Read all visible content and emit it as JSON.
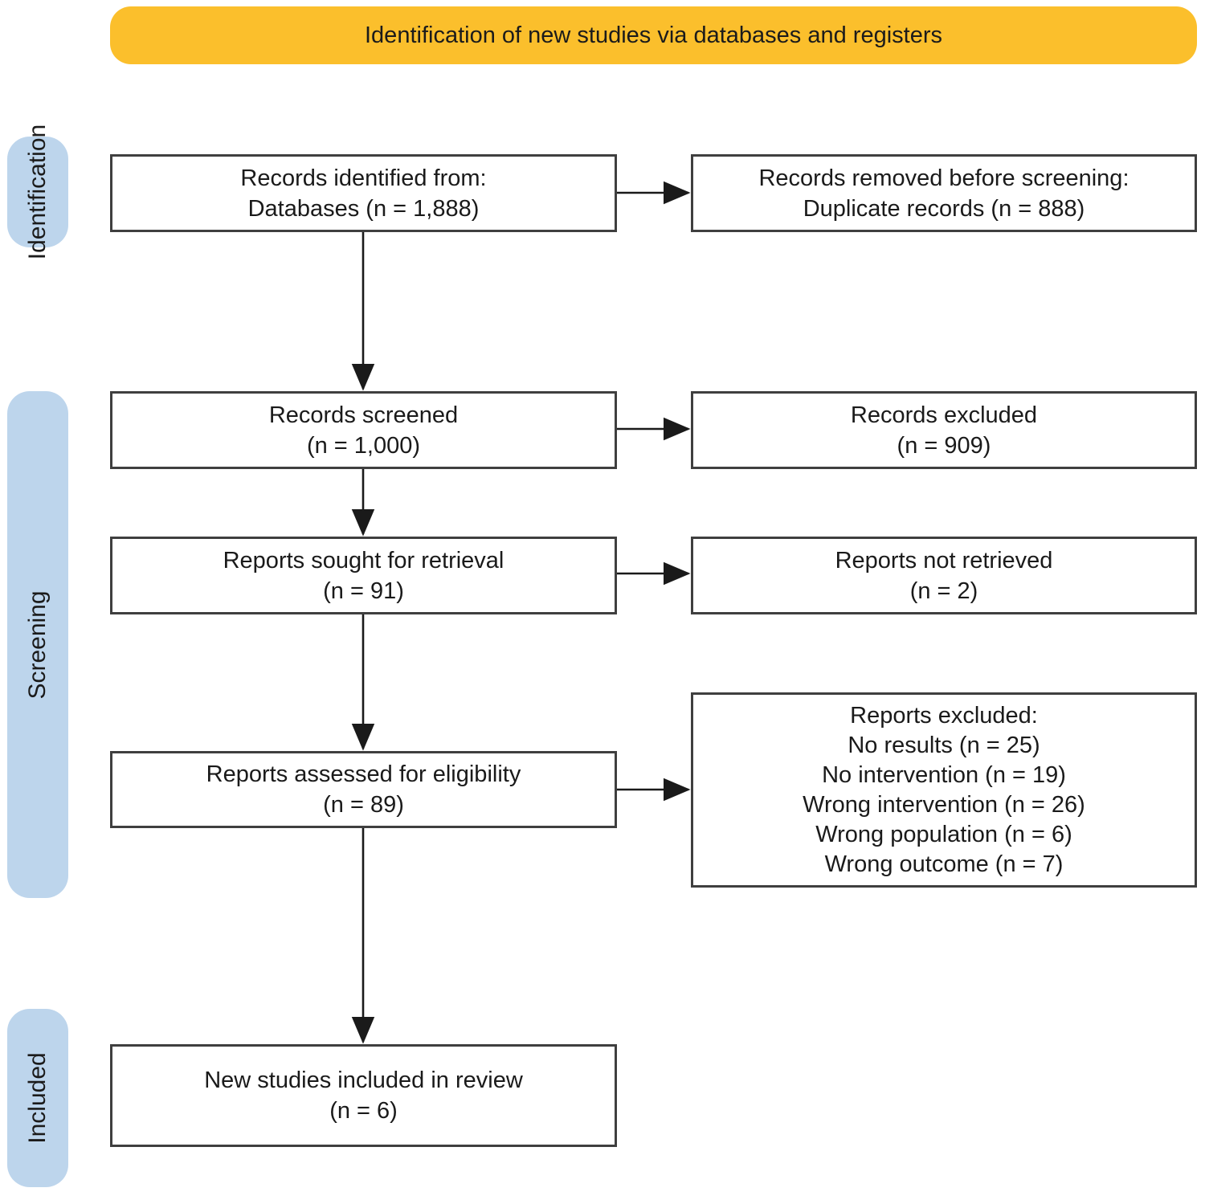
{
  "title_banner": {
    "label": "Identification of new studies via databases and registers"
  },
  "stage_labels": {
    "identification": "Identification",
    "screening": "Screening",
    "included": "Included"
  },
  "colors": {
    "banner_bg": "#FBBF2C",
    "stage_bg": "#BDD5EC",
    "box_border": "#3F3F3F",
    "arrow": "#1A1A1A"
  },
  "boxes": {
    "records_identified": {
      "line1": "Records identified from:",
      "line2": "Databases (n = 1,888)"
    },
    "records_removed": {
      "line1": "Records removed before screening:",
      "line2": "Duplicate records (n = 888)"
    },
    "records_screened": {
      "line1": "Records screened",
      "line2": "(n = 1,000)"
    },
    "records_excluded": {
      "line1": "Records excluded",
      "line2": "(n = 909)"
    },
    "reports_sought": {
      "line1": "Reports sought for retrieval",
      "line2": "(n = 91)"
    },
    "reports_not_retrieved": {
      "line1": "Reports not retrieved",
      "line2": "(n = 2)"
    },
    "reports_assessed": {
      "line1": "Reports assessed for eligibility",
      "line2": "(n = 89)"
    },
    "reports_excluded": {
      "line1": "Reports excluded:",
      "line2": "No results (n = 25)",
      "line3": "No intervention (n = 19)",
      "line4": "Wrong intervention (n = 26)",
      "line5": "Wrong population (n = 6)",
      "line6": "Wrong outcome (n = 7)"
    },
    "new_studies_included": {
      "line1": "New studies included in review",
      "line2": "(n = 6)"
    }
  }
}
